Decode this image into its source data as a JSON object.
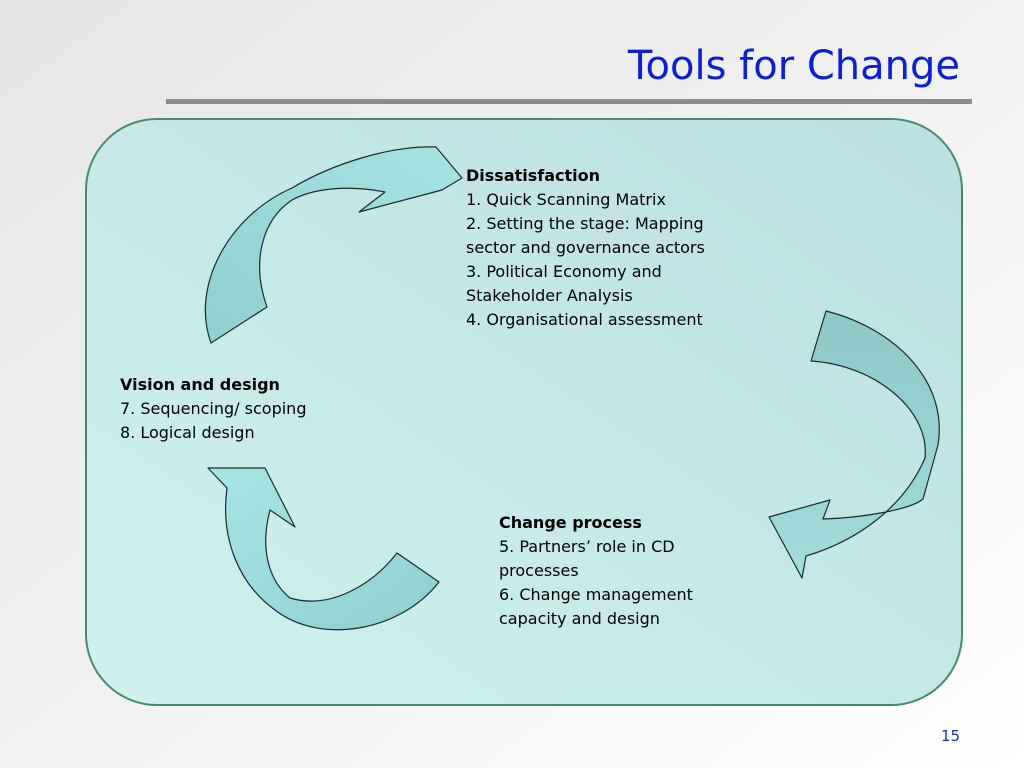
{
  "title": "Tools for Change",
  "blocks": {
    "dissatisfaction": {
      "heading": "Dissatisfaction",
      "lines": [
        "1. Quick Scanning Matrix",
        "2. Setting the stage: Mapping",
        "sector and governance actors",
        "3. Political Economy and",
        "Stakeholder Analysis",
        "4. Organisational assessment"
      ]
    },
    "vision": {
      "heading": "Vision and design",
      "lines": [
        "7. Sequencing/ scoping",
        "8. Logical design"
      ]
    },
    "change": {
      "heading": "Change process",
      "lines": [
        "5. Partners’ role in CD",
        "processes",
        "6. Change management",
        "capacity and design"
      ]
    }
  },
  "page_number": "15",
  "colors": {
    "title": "#0b1fd6",
    "panel_border": "#3f8f6a",
    "panel_fill": "#c6e8e8",
    "arrow_fill": "#9ad8d8"
  }
}
